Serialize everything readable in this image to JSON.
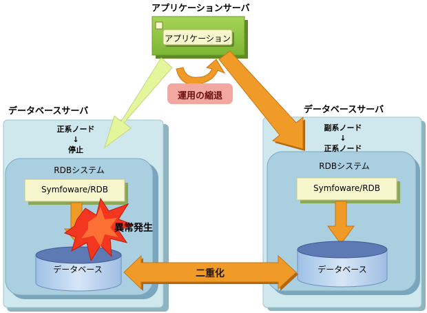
{
  "app_server": {
    "title": "アプリケーションサーバ",
    "app_label": "アプリケーション"
  },
  "degrade_label": "運用の縮退",
  "left_server": {
    "title": "データベースサーバ",
    "status_line1": "正系ノード",
    "arrow": "↓",
    "status_line2": "停止",
    "rdb_title": "RDBシステム",
    "product": "Symfoware/RDB",
    "database": "データベース",
    "error_label": "異常発生"
  },
  "right_server": {
    "title": "データベースサーバ",
    "status_line1": "副系ノード",
    "arrow": "↓",
    "status_line2": "正系ノード",
    "rdb_title": "RDBシステム",
    "product": "Symfoware/RDB",
    "database": "データベース"
  },
  "duplex_label": "二重化",
  "colors": {
    "server_bg": "#cfe8ee",
    "rdb_bg": "#a9cfe0",
    "product_bg": "#f7f6cc",
    "app_server_bg": "#92c844",
    "arrow_orange": "#f09a28",
    "arrow_lime": "#e4f59c",
    "degrade_bg": "#f2a7a0",
    "explosion": "#f2361f",
    "db_top": "#5e7ab4"
  }
}
